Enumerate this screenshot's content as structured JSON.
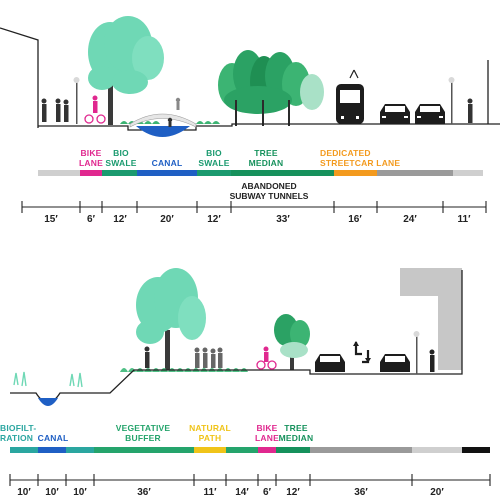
{
  "colors": {
    "bike": "#e0288f",
    "bioswale": "#1b9a6f",
    "canal": "#1f5fc4",
    "tree_median": "#16915c",
    "streetcar": "#f39a1e",
    "road": "#9a9a9a",
    "sidewalk": "#cfcfcf",
    "biofiltration": "#2aa6a0",
    "vegetative_buffer": "#25a46c",
    "natural_path": "#f0c419",
    "black_band": "#111111"
  },
  "top_section": {
    "labels": {
      "bike_lane": "BIKE\nLANE",
      "bio_swale_1": "BIO\nSWALE",
      "canal": "CANAL",
      "bio_swale_2": "BIO\nSWALE",
      "tree_median": "TREE\nMEDIAN",
      "streetcar": "DEDICATED\nSTREETCAR LANE"
    },
    "note": "ABANDONED\nSUBWAY TUNNELS",
    "dimensions": [
      "15′",
      "6′",
      "12′",
      "20′",
      "12′",
      "33′",
      "16′",
      "24′",
      "11′"
    ]
  },
  "bottom_section": {
    "labels": {
      "biofiltration": "BIOFILT-\nRATION",
      "canal": "CANAL",
      "vegetative_buffer": "VEGETATIVE\nBUFFER",
      "natural_path": "NATURAL\nPATH",
      "bike_lane": "BIKE\nLANE",
      "tree_median": "TREE\nMEDIAN"
    },
    "dimensions": [
      "10′",
      "10′",
      "10′",
      "36′",
      "11′",
      "14′",
      "6′",
      "12′",
      "36′",
      "20′"
    ]
  }
}
